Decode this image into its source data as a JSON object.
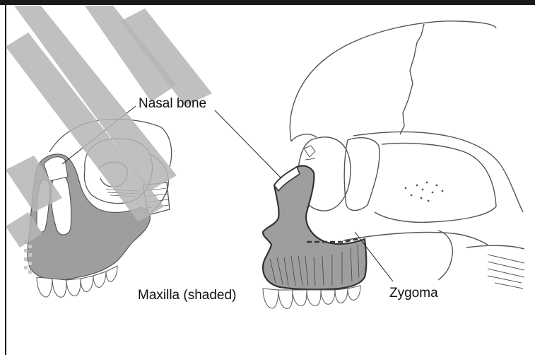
{
  "labels": {
    "nasal_bone": "Nasal bone",
    "maxilla": "Maxilla (shaded)",
    "zygoma": "Zygoma"
  },
  "colors": {
    "shade": "#9e9e9e",
    "outline": "#555555",
    "frame": "#1a1a1a",
    "watermark": "#b5b5b5"
  },
  "watermark": {
    "text": "M"
  }
}
